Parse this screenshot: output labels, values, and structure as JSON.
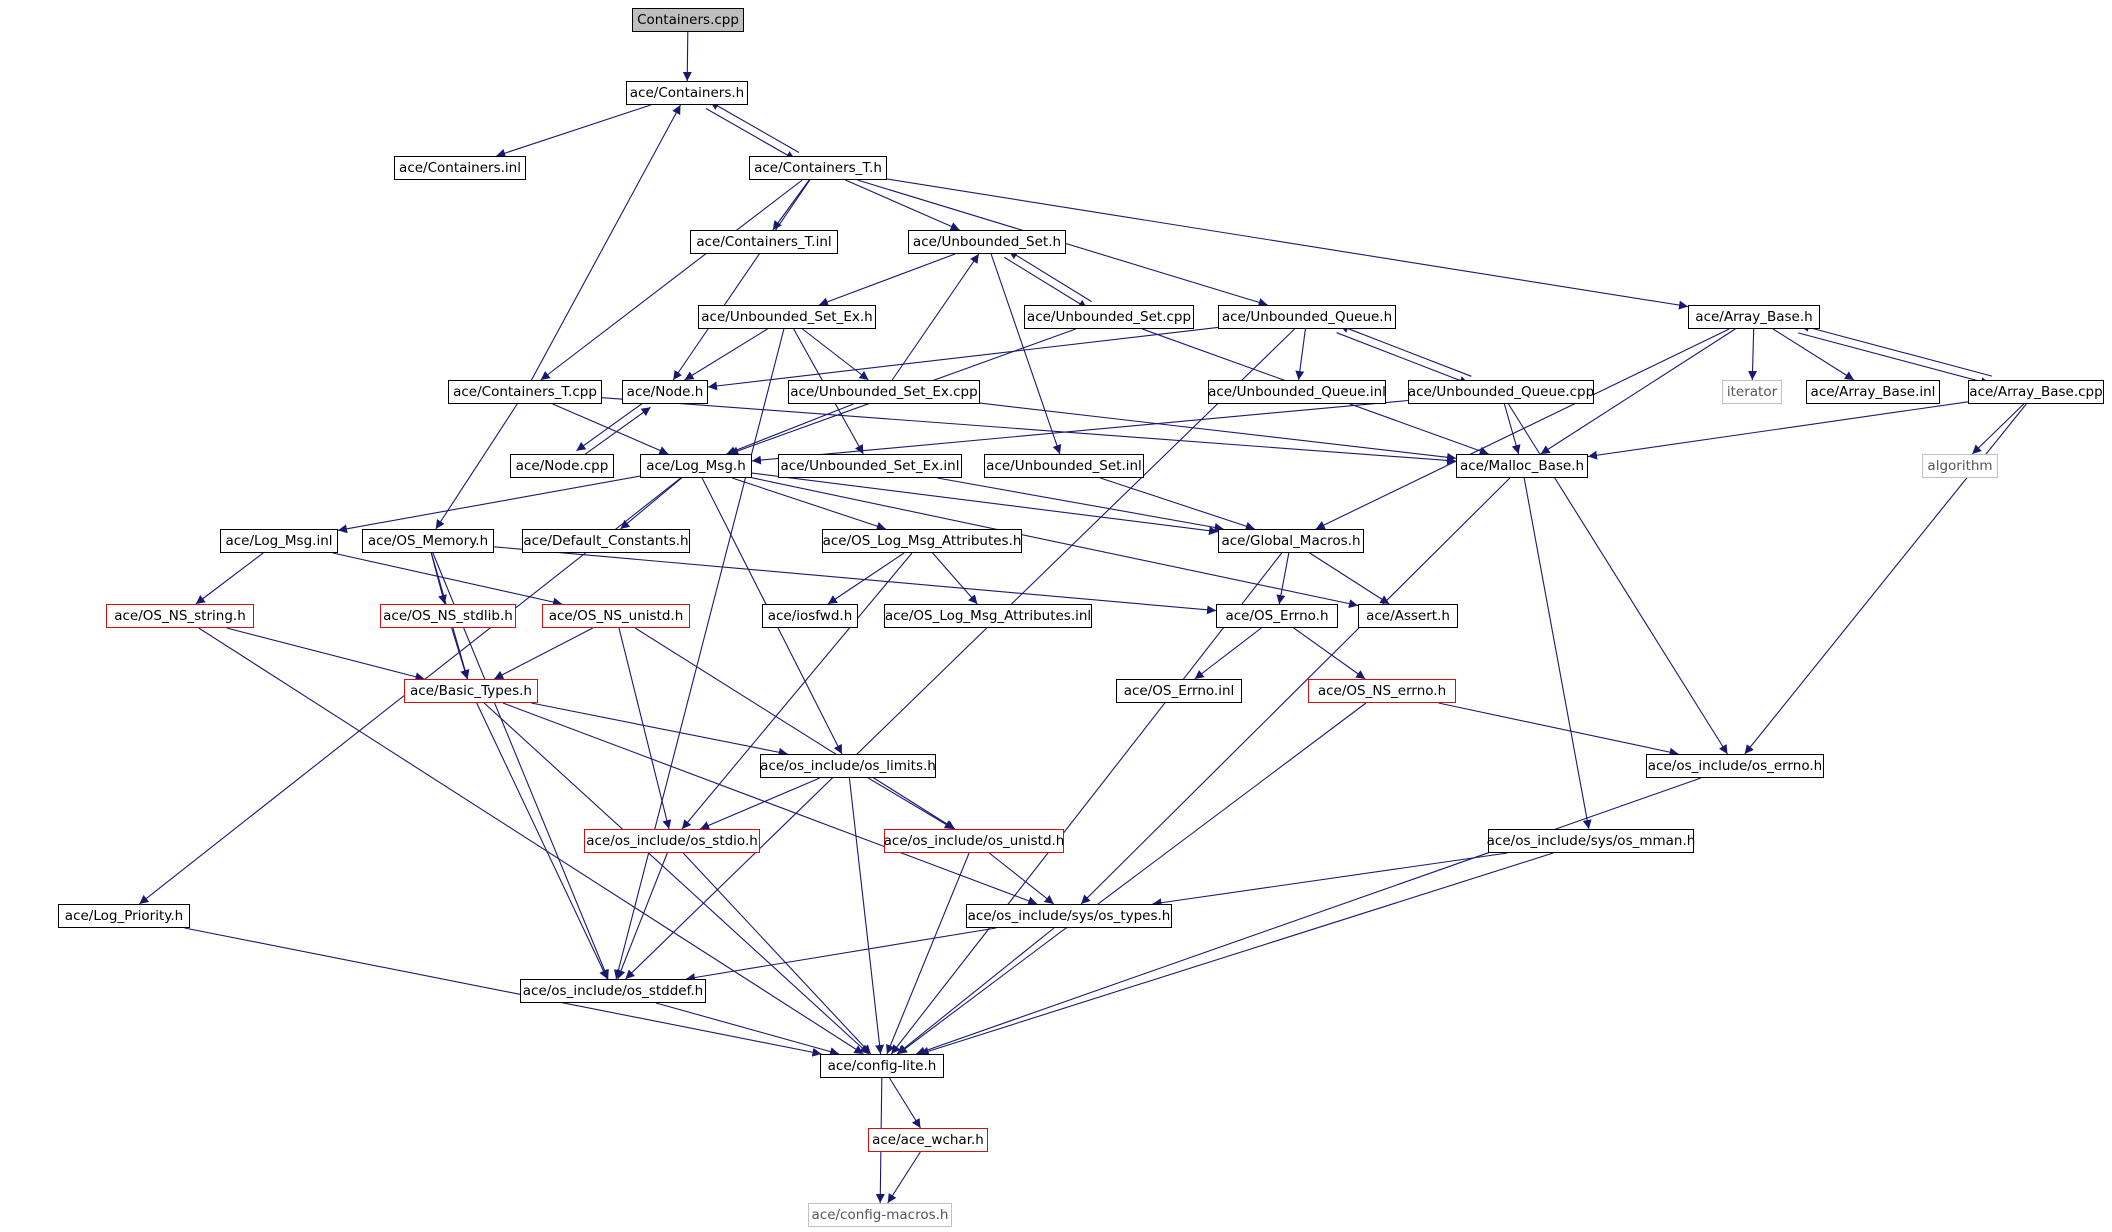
{
  "colors": {
    "edge": "#191970",
    "node_border": "#000000",
    "missing_border": "#d01010",
    "external_border": "#c0c0c0",
    "root_fill": "#bfbfbf"
  },
  "nodes": [
    {
      "id": "containers_cpp",
      "label": "Containers.cpp",
      "kind": "root"
    },
    {
      "id": "containers_h",
      "label": "ace/Containers.h",
      "kind": "normal"
    },
    {
      "id": "containers_inl",
      "label": "ace/Containers.inl",
      "kind": "normal"
    },
    {
      "id": "containers_t_h",
      "label": "ace/Containers_T.h",
      "kind": "normal"
    },
    {
      "id": "containers_t_inl",
      "label": "ace/Containers_T.inl",
      "kind": "normal"
    },
    {
      "id": "unbounded_set_h",
      "label": "ace/Unbounded_Set.h",
      "kind": "normal"
    },
    {
      "id": "unbounded_set_ex_h",
      "label": "ace/Unbounded_Set_Ex.h",
      "kind": "normal"
    },
    {
      "id": "unbounded_set_cpp",
      "label": "ace/Unbounded_Set.cpp",
      "kind": "normal"
    },
    {
      "id": "unbounded_queue_h",
      "label": "ace/Unbounded_Queue.h",
      "kind": "normal"
    },
    {
      "id": "array_base_h",
      "label": "ace/Array_Base.h",
      "kind": "normal"
    },
    {
      "id": "containers_t_cpp",
      "label": "ace/Containers_T.cpp",
      "kind": "normal"
    },
    {
      "id": "node_h",
      "label": "ace/Node.h",
      "kind": "normal"
    },
    {
      "id": "unbounded_set_ex_cpp",
      "label": "ace/Unbounded_Set_Ex.cpp",
      "kind": "normal"
    },
    {
      "id": "unbounded_queue_inl",
      "label": "ace/Unbounded_Queue.inl",
      "kind": "normal"
    },
    {
      "id": "unbounded_queue_cpp",
      "label": "ace/Unbounded_Queue.cpp",
      "kind": "normal"
    },
    {
      "id": "iterator",
      "label": "iterator",
      "kind": "external"
    },
    {
      "id": "array_base_inl",
      "label": "ace/Array_Base.inl",
      "kind": "normal"
    },
    {
      "id": "array_base_cpp",
      "label": "ace/Array_Base.cpp",
      "kind": "normal"
    },
    {
      "id": "node_cpp",
      "label": "ace/Node.cpp",
      "kind": "normal"
    },
    {
      "id": "log_msg_h",
      "label": "ace/Log_Msg.h",
      "kind": "normal"
    },
    {
      "id": "unbounded_set_ex_inl",
      "label": "ace/Unbounded_Set_Ex.inl",
      "kind": "normal"
    },
    {
      "id": "unbounded_set_inl",
      "label": "ace/Unbounded_Set.inl",
      "kind": "normal"
    },
    {
      "id": "malloc_base_h",
      "label": "ace/Malloc_Base.h",
      "kind": "normal"
    },
    {
      "id": "algorithm",
      "label": "algorithm",
      "kind": "external"
    },
    {
      "id": "log_msg_inl",
      "label": "ace/Log_Msg.inl",
      "kind": "normal"
    },
    {
      "id": "os_memory_h",
      "label": "ace/OS_Memory.h",
      "kind": "normal"
    },
    {
      "id": "default_constants_h",
      "label": "ace/Default_Constants.h",
      "kind": "normal"
    },
    {
      "id": "os_log_msg_attributes_h",
      "label": "ace/OS_Log_Msg_Attributes.h",
      "kind": "normal"
    },
    {
      "id": "global_macros_h",
      "label": "ace/Global_Macros.h",
      "kind": "normal"
    },
    {
      "id": "os_ns_string_h",
      "label": "ace/OS_NS_string.h",
      "kind": "missing"
    },
    {
      "id": "os_ns_stdlib_h",
      "label": "ace/OS_NS_stdlib.h",
      "kind": "missing"
    },
    {
      "id": "os_ns_unistd_h",
      "label": "ace/OS_NS_unistd.h",
      "kind": "missing"
    },
    {
      "id": "iosfwd_h",
      "label": "ace/iosfwd.h",
      "kind": "normal"
    },
    {
      "id": "os_log_msg_attributes_inl",
      "label": "ace/OS_Log_Msg_Attributes.inl",
      "kind": "normal"
    },
    {
      "id": "os_errno_h",
      "label": "ace/OS_Errno.h",
      "kind": "normal"
    },
    {
      "id": "assert_h",
      "label": "ace/Assert.h",
      "kind": "normal"
    },
    {
      "id": "basic_types_h",
      "label": "ace/Basic_Types.h",
      "kind": "missing"
    },
    {
      "id": "os_errno_inl",
      "label": "ace/OS_Errno.inl",
      "kind": "normal"
    },
    {
      "id": "os_ns_errno_h",
      "label": "ace/OS_NS_errno.h",
      "kind": "missing"
    },
    {
      "id": "os_limits_h",
      "label": "ace/os_include/os_limits.h",
      "kind": "normal"
    },
    {
      "id": "os_include_errno_h",
      "label": "ace/os_include/os_errno.h",
      "kind": "normal"
    },
    {
      "id": "os_stdio_h",
      "label": "ace/os_include/os_stdio.h",
      "kind": "missing"
    },
    {
      "id": "os_unistd_h",
      "label": "ace/os_include/os_unistd.h",
      "kind": "missing"
    },
    {
      "id": "sys_os_mman_h",
      "label": "ace/os_include/sys/os_mman.h",
      "kind": "normal"
    },
    {
      "id": "log_priority_h",
      "label": "ace/Log_Priority.h",
      "kind": "normal"
    },
    {
      "id": "sys_os_types_h",
      "label": "ace/os_include/sys/os_types.h",
      "kind": "normal"
    },
    {
      "id": "os_stddef_h",
      "label": "ace/os_include/os_stddef.h",
      "kind": "normal"
    },
    {
      "id": "config_lite_h",
      "label": "ace/config-lite.h",
      "kind": "normal"
    },
    {
      "id": "ace_wchar_h",
      "label": "ace/ace_wchar.h",
      "kind": "missing"
    },
    {
      "id": "config_macros_h",
      "label": "ace/config-macros.h",
      "kind": "external"
    }
  ],
  "edges": [
    [
      "containers_cpp",
      "containers_h"
    ],
    [
      "containers_h",
      "containers_inl"
    ],
    [
      "containers_h",
      "containers_t_h"
    ],
    [
      "containers_t_h",
      "containers_h"
    ],
    [
      "containers_t_cpp",
      "containers_h"
    ],
    [
      "containers_t_h",
      "containers_t_inl"
    ],
    [
      "containers_t_h",
      "unbounded_set_h"
    ],
    [
      "containers_t_h",
      "unbounded_queue_h"
    ],
    [
      "containers_t_h",
      "array_base_h"
    ],
    [
      "containers_t_h",
      "node_h"
    ],
    [
      "containers_t_h",
      "containers_t_cpp"
    ],
    [
      "unbounded_set_h",
      "unbounded_set_ex_h"
    ],
    [
      "unbounded_set_h",
      "unbounded_set_cpp"
    ],
    [
      "unbounded_set_cpp",
      "unbounded_set_h"
    ],
    [
      "unbounded_set_h",
      "unbounded_set_inl"
    ],
    [
      "unbounded_set_ex_cpp",
      "unbounded_set_h"
    ],
    [
      "unbounded_set_ex_h",
      "node_h"
    ],
    [
      "unbounded_set_ex_h",
      "unbounded_set_ex_cpp"
    ],
    [
      "unbounded_set_ex_h",
      "unbounded_set_ex_inl"
    ],
    [
      "unbounded_set_ex_h",
      "os_stddef_h"
    ],
    [
      "unbounded_set_cpp",
      "log_msg_h"
    ],
    [
      "unbounded_set_cpp",
      "malloc_base_h"
    ],
    [
      "unbounded_queue_h",
      "node_h"
    ],
    [
      "unbounded_queue_h",
      "unbounded_queue_inl"
    ],
    [
      "unbounded_queue_h",
      "unbounded_queue_cpp"
    ],
    [
      "unbounded_queue_cpp",
      "unbounded_queue_h"
    ],
    [
      "unbounded_queue_h",
      "os_stddef_h"
    ],
    [
      "unbounded_queue_cpp",
      "malloc_base_h"
    ],
    [
      "unbounded_queue_cpp",
      "log_msg_h"
    ],
    [
      "unbounded_queue_cpp",
      "os_include_errno_h"
    ],
    [
      "array_base_h",
      "iterator"
    ],
    [
      "array_base_h",
      "array_base_inl"
    ],
    [
      "array_base_h",
      "array_base_cpp"
    ],
    [
      "array_base_cpp",
      "array_base_h"
    ],
    [
      "array_base_h",
      "malloc_base_h"
    ],
    [
      "array_base_h",
      "global_macros_h"
    ],
    [
      "array_base_cpp",
      "algorithm"
    ],
    [
      "array_base_cpp",
      "malloc_base_h"
    ],
    [
      "array_base_cpp",
      "os_include_errno_h"
    ],
    [
      "containers_t_cpp",
      "log_msg_h"
    ],
    [
      "containers_t_cpp",
      "malloc_base_h"
    ],
    [
      "containers_t_cpp",
      "os_memory_h"
    ],
    [
      "node_h",
      "node_cpp"
    ],
    [
      "node_cpp",
      "node_h"
    ],
    [
      "unbounded_set_ex_cpp",
      "log_msg_h"
    ],
    [
      "unbounded_set_ex_cpp",
      "malloc_base_h"
    ],
    [
      "log_msg_h",
      "log_msg_inl"
    ],
    [
      "log_msg_h",
      "default_constants_h"
    ],
    [
      "log_msg_h",
      "os_log_msg_attributes_h"
    ],
    [
      "log_msg_h",
      "global_macros_h"
    ],
    [
      "log_msg_h",
      "assert_h"
    ],
    [
      "log_msg_h",
      "log_priority_h"
    ],
    [
      "log_msg_h",
      "os_limits_h"
    ],
    [
      "unbounded_set_ex_inl",
      "global_macros_h"
    ],
    [
      "unbounded_set_inl",
      "global_macros_h"
    ],
    [
      "malloc_base_h",
      "sys_os_mman_h"
    ],
    [
      "malloc_base_h",
      "sys_os_types_h"
    ],
    [
      "log_msg_inl",
      "os_ns_string_h"
    ],
    [
      "log_msg_inl",
      "os_ns_unistd_h"
    ],
    [
      "os_memory_h",
      "os_ns_stdlib_h"
    ],
    [
      "os_memory_h",
      "basic_types_h"
    ],
    [
      "os_memory_h",
      "os_errno_h"
    ],
    [
      "os_memory_h",
      "os_stddef_h"
    ],
    [
      "os_log_msg_attributes_h",
      "iosfwd_h"
    ],
    [
      "os_log_msg_attributes_h",
      "os_log_msg_attributes_inl"
    ],
    [
      "os_log_msg_attributes_h",
      "os_stdio_h"
    ],
    [
      "global_macros_h",
      "os_errno_h"
    ],
    [
      "global_macros_h",
      "assert_h"
    ],
    [
      "global_macros_h",
      "config_lite_h"
    ],
    [
      "os_ns_string_h",
      "basic_types_h"
    ],
    [
      "os_ns_string_h",
      "config_lite_h"
    ],
    [
      "os_ns_stdlib_h",
      "basic_types_h"
    ],
    [
      "os_ns_unistd_h",
      "basic_types_h"
    ],
    [
      "os_ns_unistd_h",
      "os_stdio_h"
    ],
    [
      "os_ns_unistd_h",
      "os_unistd_h"
    ],
    [
      "os_errno_h",
      "os_errno_inl"
    ],
    [
      "os_errno_h",
      "os_ns_errno_h"
    ],
    [
      "basic_types_h",
      "os_limits_h"
    ],
    [
      "basic_types_h",
      "sys_os_types_h"
    ],
    [
      "basic_types_h",
      "os_stddef_h"
    ],
    [
      "basic_types_h",
      "config_lite_h"
    ],
    [
      "os_ns_errno_h",
      "os_include_errno_h"
    ],
    [
      "os_ns_errno_h",
      "config_lite_h"
    ],
    [
      "os_limits_h",
      "os_stdio_h"
    ],
    [
      "os_limits_h",
      "os_unistd_h"
    ],
    [
      "os_limits_h",
      "config_lite_h"
    ],
    [
      "os_include_errno_h",
      "config_lite_h"
    ],
    [
      "os_stdio_h",
      "os_stddef_h"
    ],
    [
      "os_stdio_h",
      "config_lite_h"
    ],
    [
      "os_unistd_h",
      "sys_os_types_h"
    ],
    [
      "os_unistd_h",
      "config_lite_h"
    ],
    [
      "sys_os_mman_h",
      "sys_os_types_h"
    ],
    [
      "sys_os_mman_h",
      "config_lite_h"
    ],
    [
      "log_priority_h",
      "config_lite_h"
    ],
    [
      "sys_os_types_h",
      "os_stddef_h"
    ],
    [
      "sys_os_types_h",
      "config_lite_h"
    ],
    [
      "os_stddef_h",
      "config_lite_h"
    ],
    [
      "config_lite_h",
      "ace_wchar_h"
    ],
    [
      "config_lite_h",
      "config_macros_h"
    ],
    [
      "ace_wchar_h",
      "config_macros_h"
    ]
  ]
}
